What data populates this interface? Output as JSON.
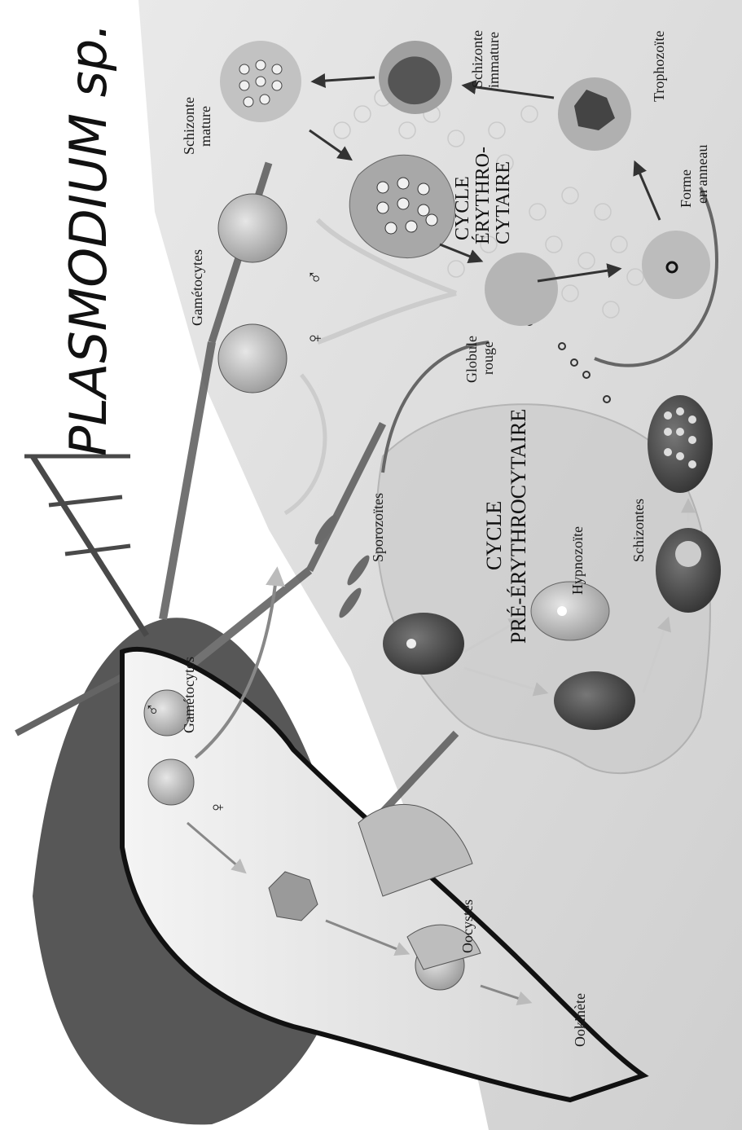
{
  "title": "PLASMODIUM sp.",
  "labels": {
    "schizonte_mature_1": "Schizonte",
    "schizonte_mature_2": "mature",
    "schizonte_immature_1": "Schizonte",
    "schizonte_immature_2": "immature",
    "trophozoite": "Trophozoïte",
    "forme_anneau_1": "Forme",
    "forme_anneau_2": "en anneau",
    "globule_rouge_1": "Globule",
    "globule_rouge_2": "rouge",
    "gametocytes_top": "Gamétocytes",
    "cycle_ery_1": "CYCLE",
    "cycle_ery_2": "ÉRYTHRO-",
    "cycle_ery_3": "CYTAIRE",
    "cycle_pre_1": "CYCLE",
    "cycle_pre_2": "PRÉ-ÉRYTHROCYTAIRE",
    "sporozoites": "Sporozoïtes",
    "hypnozoite": "Hypnozoïte",
    "schizontes": "Schizontes",
    "gametocytes_mosquito": "Gamétocytes",
    "oocystes": "Oocystes",
    "ookinete": "Ookinète",
    "female_symbol": "♀",
    "male_symbol": "♂"
  },
  "colors": {
    "background": "#ffffff",
    "liver_panel": "#dcdcdc",
    "cell_fill": "#bdbdbd",
    "dark_cell": "#555555",
    "text": "#1a1a1a"
  }
}
